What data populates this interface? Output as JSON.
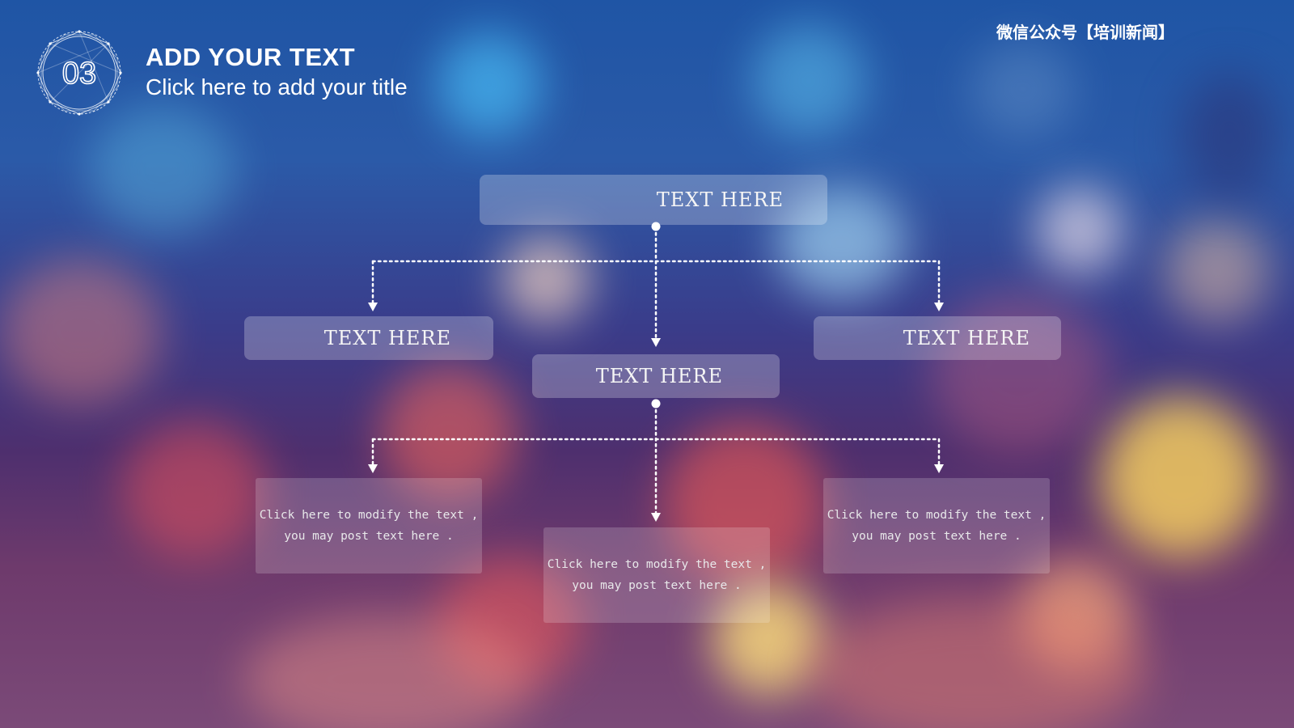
{
  "watermark": "微信公众号【培训新闻】",
  "section": {
    "number": "03",
    "title": "ADD YOUR TEXT",
    "subtitle": "Click here to add your title"
  },
  "diagram": {
    "root": "TEXT HERE",
    "level2": {
      "left": "TEXT HERE",
      "center": "TEXT HERE",
      "right": "TEXT HERE"
    },
    "level3": {
      "left": {
        "line1": "Click here to modify the text ,",
        "line2": "you may post text here ."
      },
      "center": {
        "line1": "Click here to modify the text ,",
        "line2": "you may post text here ."
      },
      "right": {
        "line1": "Click here to modify the text ,",
        "line2": "you may post text here ."
      }
    },
    "connector_color": "#ffffff"
  }
}
